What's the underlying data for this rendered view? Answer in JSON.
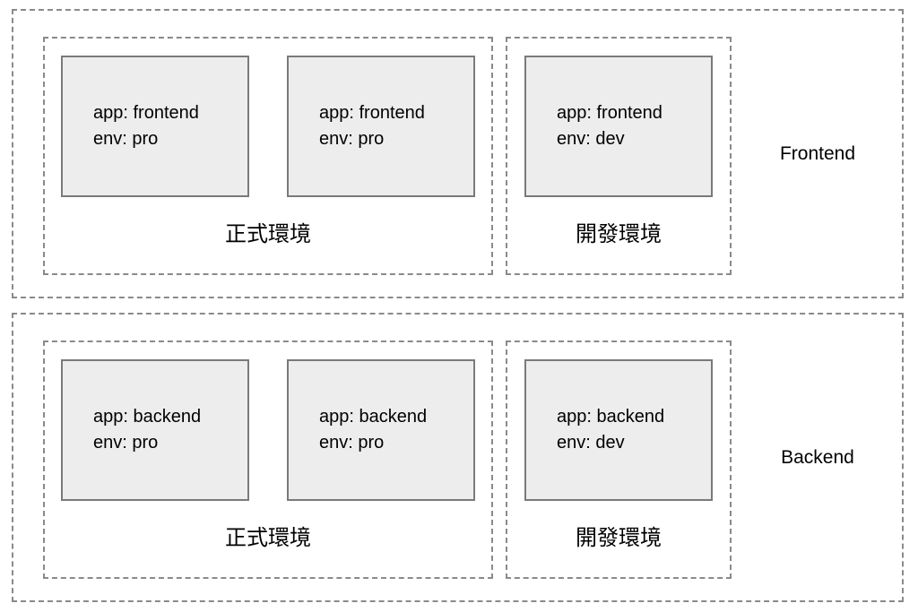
{
  "colors": {
    "background": "#ffffff",
    "dashed_border": "#8a8a8a",
    "node_fill": "#ededed",
    "node_border": "#7a7a7a",
    "text": "#000000"
  },
  "tiers": [
    {
      "label": "Frontend",
      "environments": [
        {
          "label": "正式環境",
          "nodes": [
            {
              "line1": "app: frontend",
              "line2": "env: pro"
            },
            {
              "line1": "app: frontend",
              "line2": "env: pro"
            }
          ]
        },
        {
          "label": "開發環境",
          "nodes": [
            {
              "line1": "app: frontend",
              "line2": "env: dev"
            }
          ]
        }
      ]
    },
    {
      "label": "Backend",
      "environments": [
        {
          "label": "正式環境",
          "nodes": [
            {
              "line1": "app: backend",
              "line2": "env: pro"
            },
            {
              "line1": "app: backend",
              "line2": "env: pro"
            }
          ]
        },
        {
          "label": "開發環境",
          "nodes": [
            {
              "line1": "app: backend",
              "line2": "env: dev"
            }
          ]
        }
      ]
    }
  ]
}
